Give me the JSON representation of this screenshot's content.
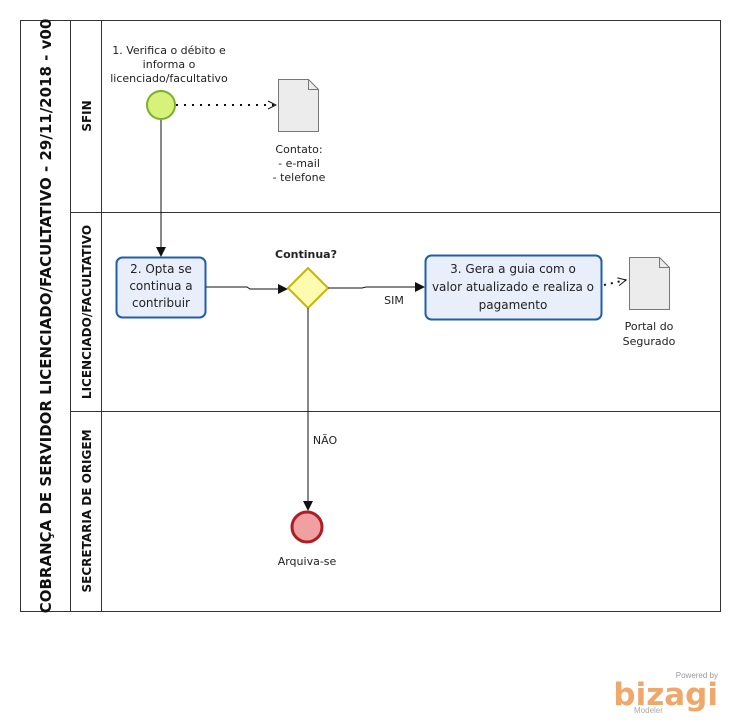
{
  "pool": {
    "title": "COBRANÇA DE SERVIDOR LICENCIADO/FACULTATIVO - 29/11/2018 - v00"
  },
  "lanes": [
    {
      "title": "SFIN"
    },
    {
      "title": "LICENCIADO/FACULTATIVO"
    },
    {
      "title": "SECRETARIA DE ORIGEM"
    }
  ],
  "start_event": {
    "label_lines": [
      "1. Verifica o débito e",
      "informa o",
      "licenciado/facultativo"
    ]
  },
  "artifact_contato": {
    "label_lines": [
      "Contato:",
      "- e-mail",
      "- telefone"
    ]
  },
  "task_opta": {
    "label_lines": [
      "2. Opta se",
      "continua a",
      "contribuir"
    ]
  },
  "gateway": {
    "label": "Continua?",
    "yes_label": "SIM",
    "no_label": "NÃO"
  },
  "task_gera": {
    "label_lines": [
      "3. Gera a guia com  o",
      "valor atualizado e realiza o",
      "pagamento"
    ]
  },
  "artifact_portal": {
    "label_lines": [
      "Portal do",
      "Segurado"
    ]
  },
  "end_event": {
    "label": "Arquiva-se"
  },
  "branding": {
    "powered": "Powered by",
    "name": "bizagi",
    "product": "Modeler"
  },
  "colors": {
    "task_fill": "#e9eefb",
    "task_stroke": "#1f5fa8",
    "start_fill": "#d7f27a",
    "start_stroke": "#7bb02a",
    "end_fill": "#f0a0a0",
    "end_stroke": "#b01c24",
    "gateway_fill": "#fdfbb0",
    "gateway_stroke": "#c9b400",
    "doc_fill": "#ececec",
    "doc_stroke": "#777777"
  }
}
